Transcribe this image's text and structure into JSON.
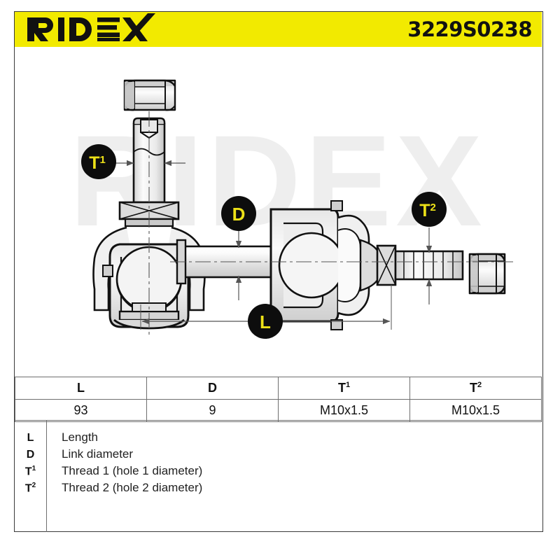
{
  "header": {
    "brand": "RIDEX",
    "part_number": "3229S0238"
  },
  "watermark": "RIDEX",
  "drawing": {
    "callouts": [
      {
        "id": "T1",
        "label": "T",
        "sup": "1",
        "name": "callout-t1"
      },
      {
        "id": "D",
        "label": "D",
        "sup": "",
        "name": "callout-d"
      },
      {
        "id": "T2",
        "label": "T",
        "sup": "2",
        "name": "callout-t2"
      },
      {
        "id": "L",
        "label": "L",
        "sup": "",
        "name": "callout-l"
      }
    ],
    "colors": {
      "badge_bg": "#0d0d0d",
      "badge_text": "#EDE118",
      "line": "#555555",
      "outline": "#111111",
      "fill_light": "#f2f2f2",
      "fill_mid": "#d8d8d8",
      "fill_dark": "#b8b8b8"
    }
  },
  "spec_table": {
    "headers": [
      {
        "label": "L",
        "sup": ""
      },
      {
        "label": "D",
        "sup": ""
      },
      {
        "label": "T",
        "sup": "1"
      },
      {
        "label": "T",
        "sup": "2"
      }
    ],
    "values": [
      "93",
      "9",
      "M10x1.5",
      "M10x1.5"
    ]
  },
  "legend": {
    "rows": [
      {
        "key": "L",
        "sup": "",
        "text": "Length"
      },
      {
        "key": "D",
        "sup": "",
        "text": "Link diameter"
      },
      {
        "key": "T",
        "sup": "1",
        "text": "Thread 1 (hole 1 diameter)"
      },
      {
        "key": "T",
        "sup": "2",
        "text": "Thread 2 (hole 2 diameter)"
      }
    ]
  },
  "colors": {
    "brand_yellow": "#F2EA00",
    "frame": "#3a3a3a",
    "text": "#111111"
  }
}
